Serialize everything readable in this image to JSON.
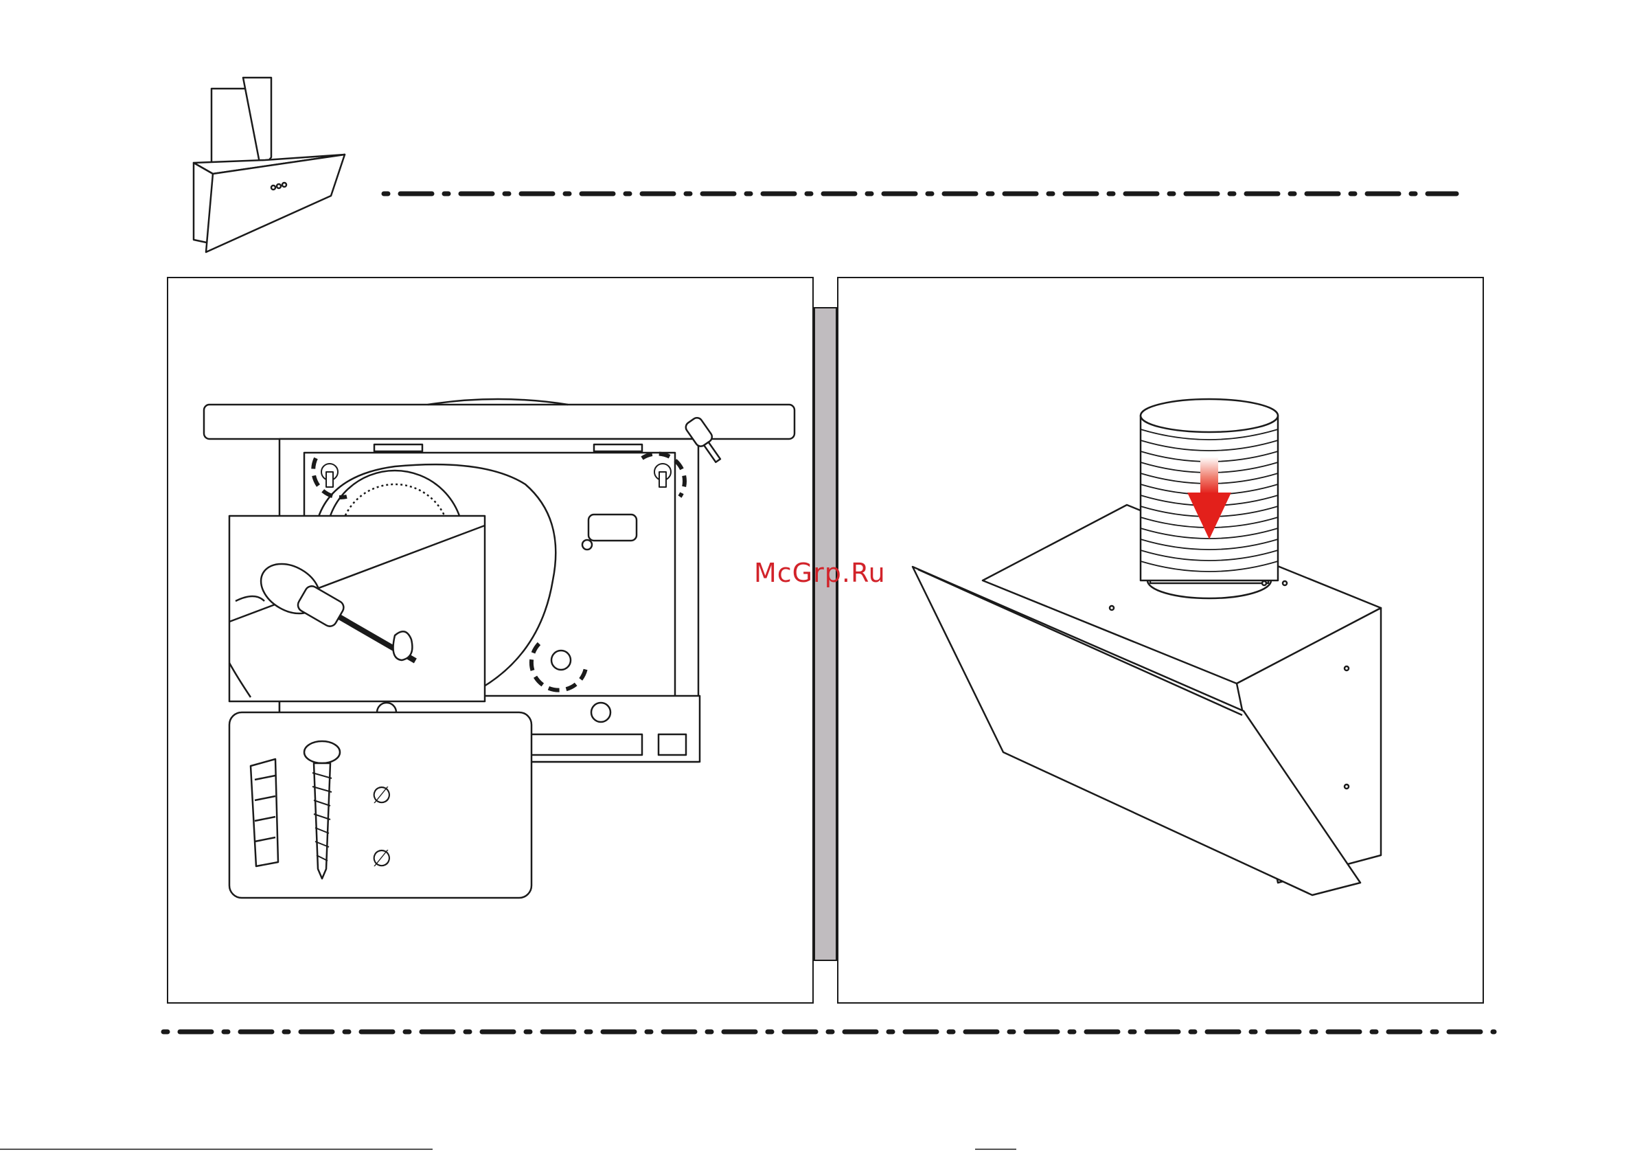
{
  "watermark": {
    "text": "McGrp.Ru",
    "color": "#d2232a"
  },
  "hardware_legend": {
    "symbol_1": "∅",
    "symbol_2": "∅"
  },
  "colors": {
    "line": "#1a1a1a",
    "divider": "#c0bcbf",
    "arrow": "#e3201b"
  },
  "icons": {
    "header": "cooker-hood-product-icon",
    "left": "hood-wall-mount-screw-diagram",
    "right": "duct-attach-diagram"
  }
}
